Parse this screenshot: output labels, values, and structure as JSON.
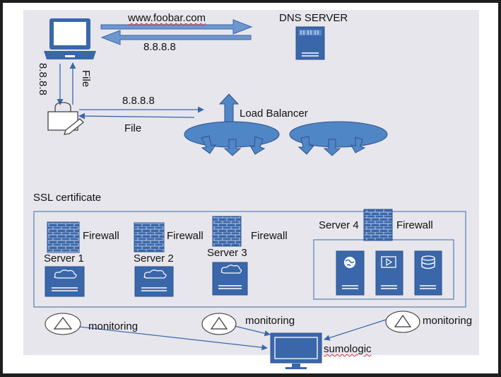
{
  "labels": {
    "url": "www.foobar.com",
    "dns_server": "DNS SERVER",
    "dns_reply_ip": "8.8.8.8",
    "left_ip": "8.8.8.8",
    "file_vertical": "File",
    "request_ip": "8.8.8.8",
    "file_horizontal": "File",
    "load_balancer": "Load Balancer",
    "ssl_certificate": "SSL certificate",
    "firewall_1": "Firewall",
    "firewall_2": "Firewall",
    "firewall_3": "Firewall",
    "firewall_4": "Firewall",
    "server_1": "Server 1",
    "server_2": "Server 2",
    "server_3": "Server 3",
    "server_4": "Server 4",
    "monitoring_1": "monitoring",
    "monitoring_2": "monitoring",
    "monitoring_3": "monitoring",
    "sumologic": "sumologic"
  },
  "colors": {
    "page_bg": "#e6e6ec",
    "accent_blue": "#3a67aa",
    "fill_blue": "#4a7bc0",
    "ellipse_blue": "#4f86c6",
    "border_blue": "#5b7fb5",
    "arrow_dark": "#2f528f"
  },
  "icons": {
    "client": "laptop-icon",
    "dns": "server-rack-icon",
    "lock": "padlock-pencil-icon",
    "firewall": "brick-wall-icon",
    "server": "cloud-server-icon",
    "web": "globe-server-icon",
    "app": "media-server-icon",
    "db": "database-server-icon",
    "monitor": "warning-triangle-icon",
    "sumologic": "monitor-icon"
  }
}
